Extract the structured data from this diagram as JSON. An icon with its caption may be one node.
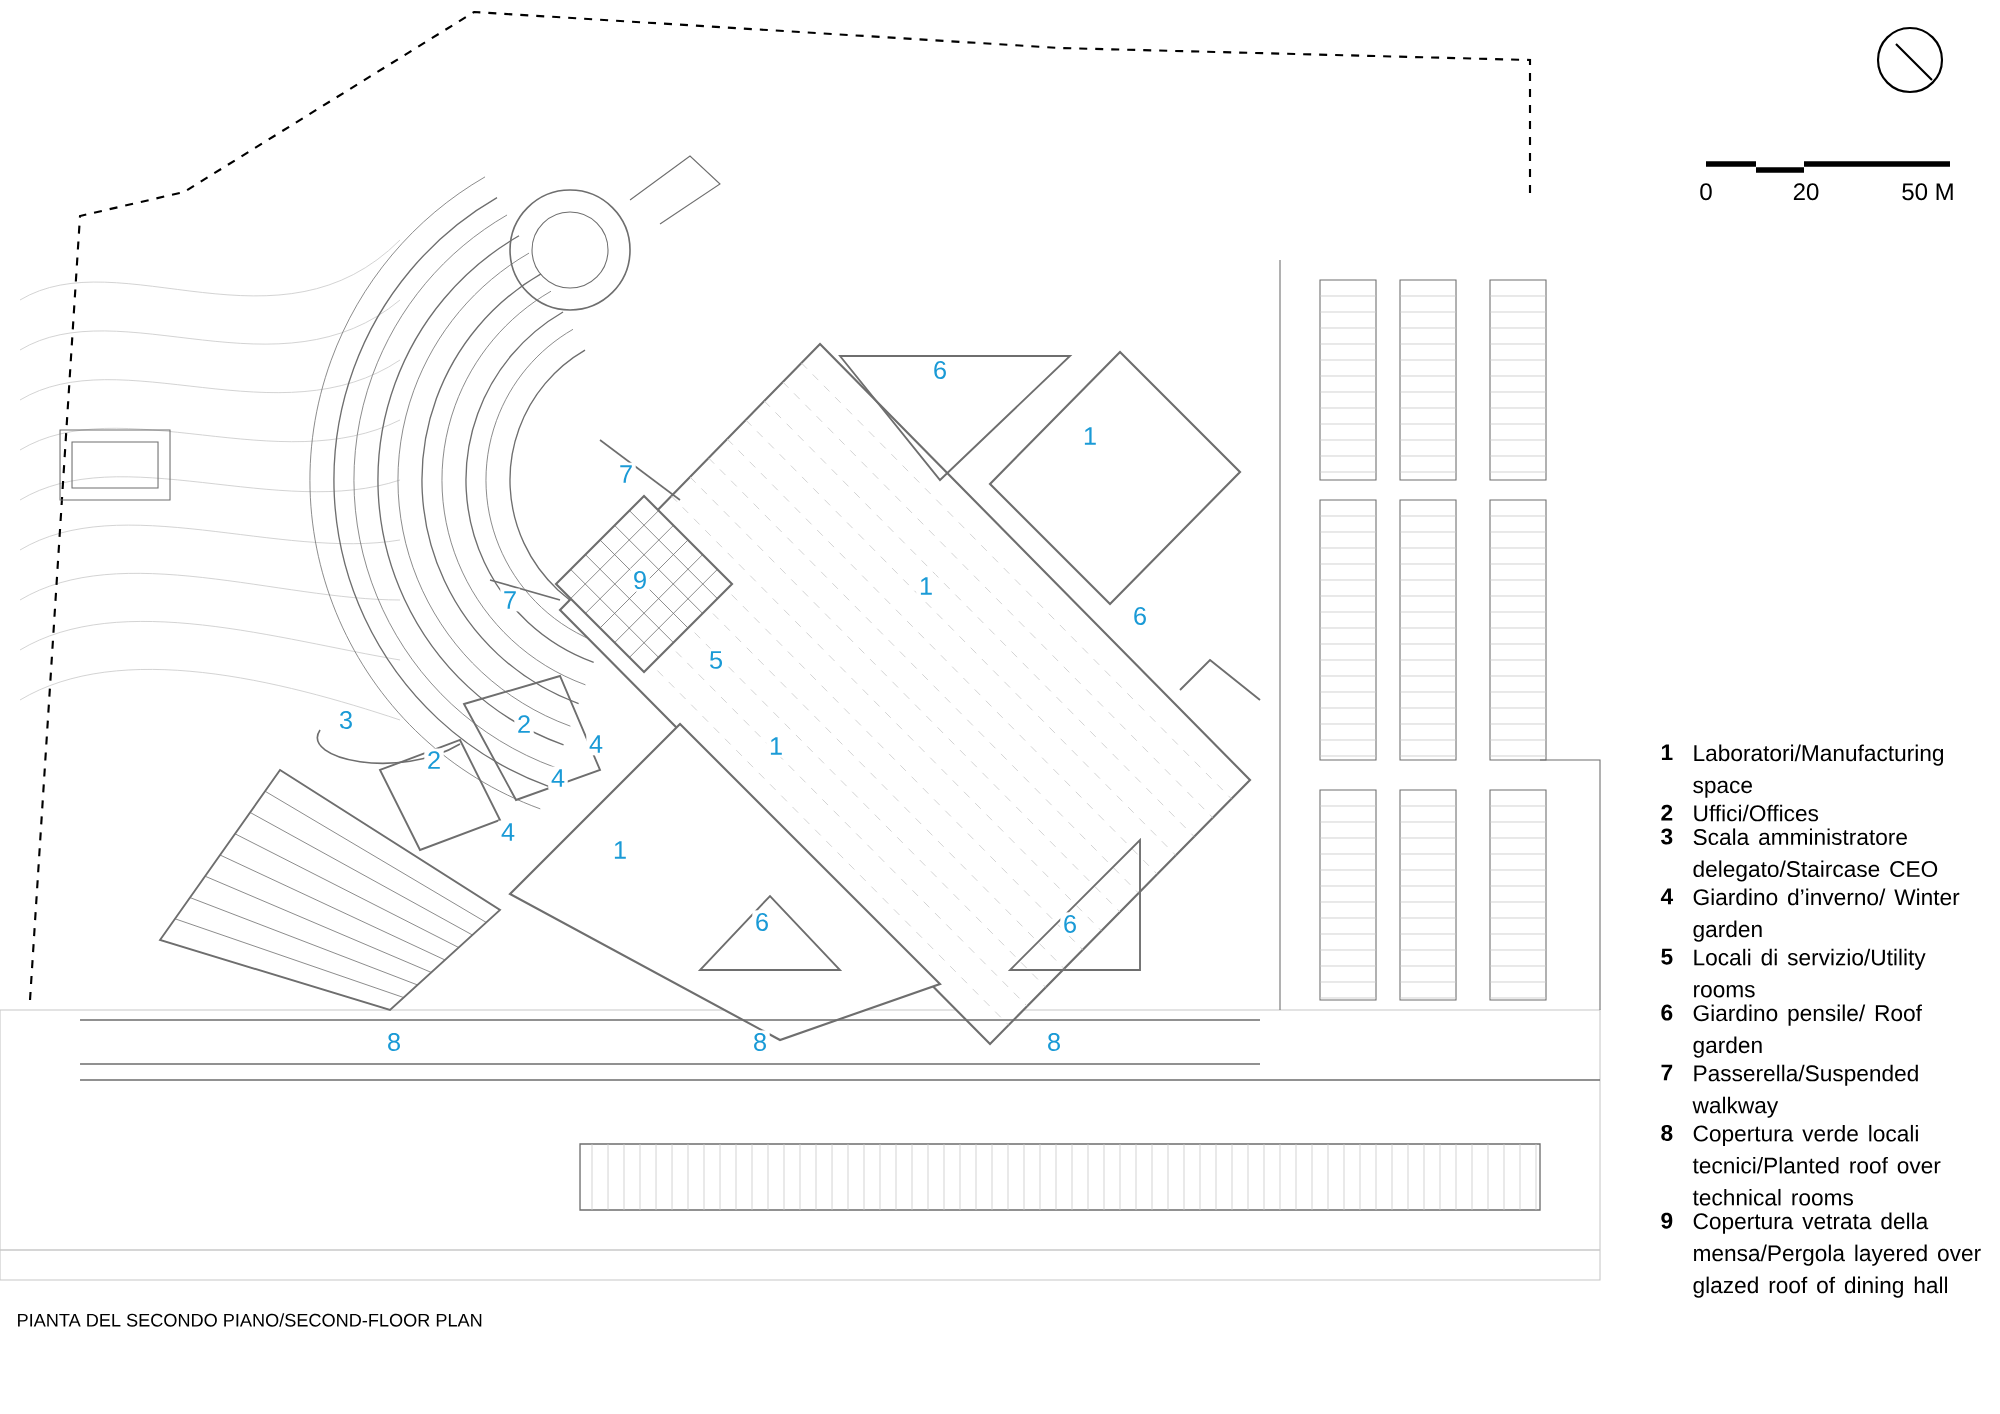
{
  "diagram": {
    "caption": "PIANTA DEL SECONDO PIANO/SECOND-FLOOR PLAN",
    "labels": [
      "0",
      "20",
      "50 M",
      "6",
      "1",
      "7",
      "9",
      "1",
      "7",
      "6",
      "5",
      "3",
      "2",
      "1",
      "2",
      "4",
      "4",
      "4",
      "1",
      "6",
      "6",
      "8",
      "8",
      "8",
      "1",
      "Laboratori/Manufacturing space",
      "2",
      "Uffici/Offices",
      "3",
      "Scala amministratore delegato/Staircase CEO",
      "4",
      "Giardino d’inverno/ Winter garden",
      "5",
      "Locali di servizio/Utility rooms",
      "6",
      "Giardino pensile/ Roof garden",
      "7",
      "Passerella/Suspended walkway",
      "8",
      "Copertura verde locali tecnici/Planted roof over technical rooms",
      "9",
      "Copertura vetrata della mensa/Pergola layered over glazed roof of dining hall"
    ]
  }
}
